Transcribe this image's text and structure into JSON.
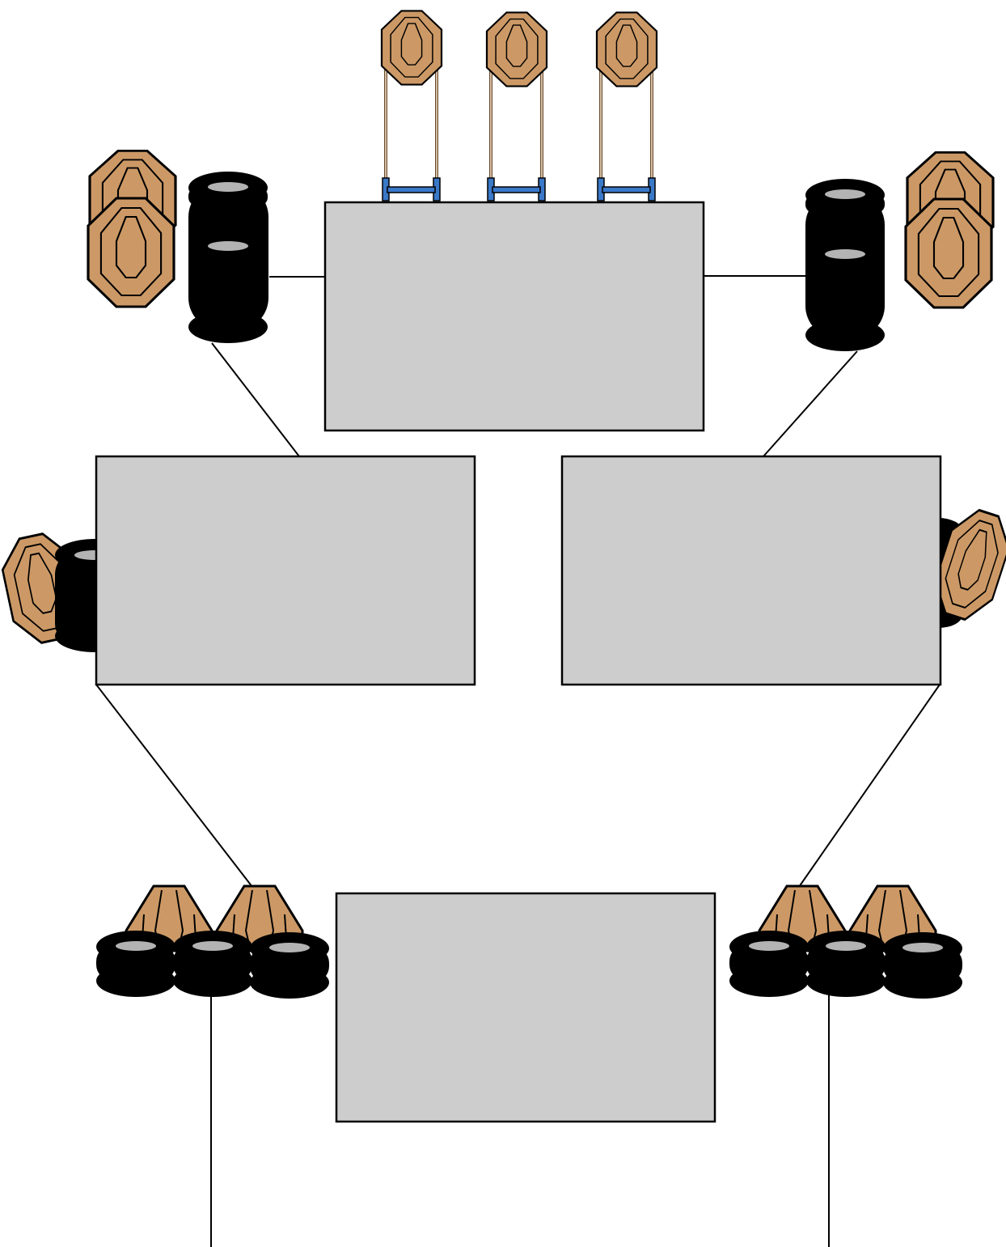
{
  "colors": {
    "background": "#ffffff",
    "wall_fill": "#cdcdcd",
    "outline": "#000000",
    "target_fill": "#cc9966",
    "tire": "#000000",
    "tire_hole": "#b3b3b3",
    "stand_blue": "#3a78c8"
  },
  "items": {
    "walls": 4,
    "stand_targets": 3,
    "tire_stacks": 4,
    "tire_rows": 2,
    "fault_lines": 6
  },
  "icons": [
    "steel-target-icon",
    "tire-stack-icon",
    "target-stand-icon"
  ]
}
